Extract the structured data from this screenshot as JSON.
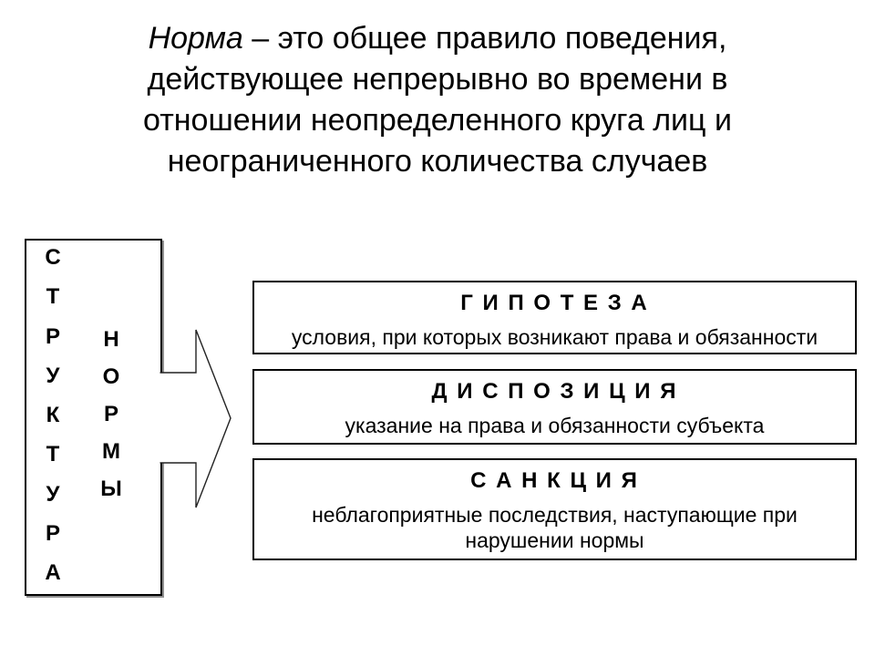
{
  "slide": {
    "background": "#ffffff",
    "text_color": "#000000",
    "border_color": "#000000",
    "shadow_color": "#909090"
  },
  "title": {
    "term": "Норма",
    "line1_rest": " – это общее правило поведения,",
    "line2": "действующее непрерывно во времени в",
    "line3": "отношении неопределенного круга лиц и",
    "line4": "неограниченного количества случаев"
  },
  "structure": {
    "word1": "СТРУКТУРА",
    "word1_letters": [
      "С",
      "Т",
      "Р",
      "У",
      "К",
      "Т",
      "У",
      "Р",
      "А"
    ],
    "word2": "НОРМЫ",
    "word2_letters": [
      "Н",
      "О",
      "Р",
      "М",
      "Ы"
    ]
  },
  "sections": [
    {
      "title": "Г И П О Т Е З А",
      "description": "условия, при которых возникают права и обязанности"
    },
    {
      "title": "Д И С П О З И Ц И Я",
      "description": "указание на права и обязанности субъекта"
    },
    {
      "title": "С А Н К Ц И Я",
      "description": "неблагоприятные последствия, наступающие при нарушении нормы"
    }
  ]
}
